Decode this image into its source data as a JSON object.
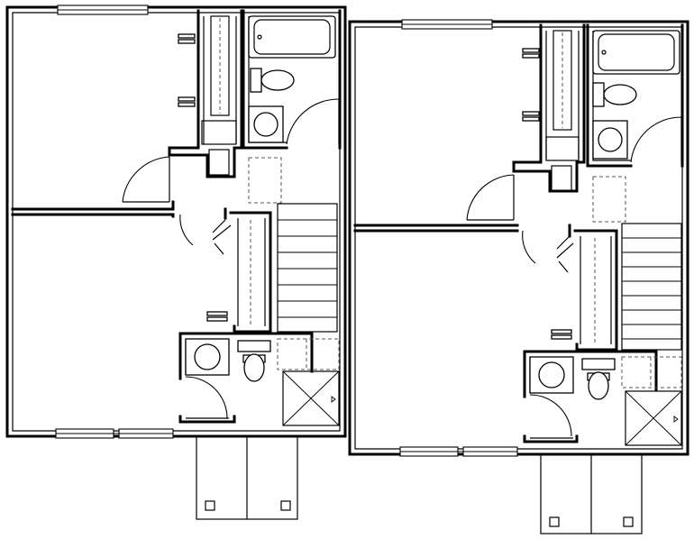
{
  "diagram": {
    "kind": "floor-plan",
    "units": [
      {
        "id": "left",
        "rooms": [
          "bedroom",
          "bedroom",
          "bathroom",
          "laundry",
          "stair",
          "closet",
          "closet",
          "porch"
        ]
      },
      {
        "id": "right",
        "rooms": [
          "bedroom",
          "bedroom",
          "bathroom",
          "laundry",
          "stair",
          "closet",
          "closet",
          "porch"
        ]
      }
    ],
    "icons": [
      "bathtub-icon",
      "toilet-icon",
      "washer-icon",
      "sink-icon",
      "door-swing-icon",
      "window-icon",
      "stair-icon",
      "shower-icon"
    ]
  }
}
